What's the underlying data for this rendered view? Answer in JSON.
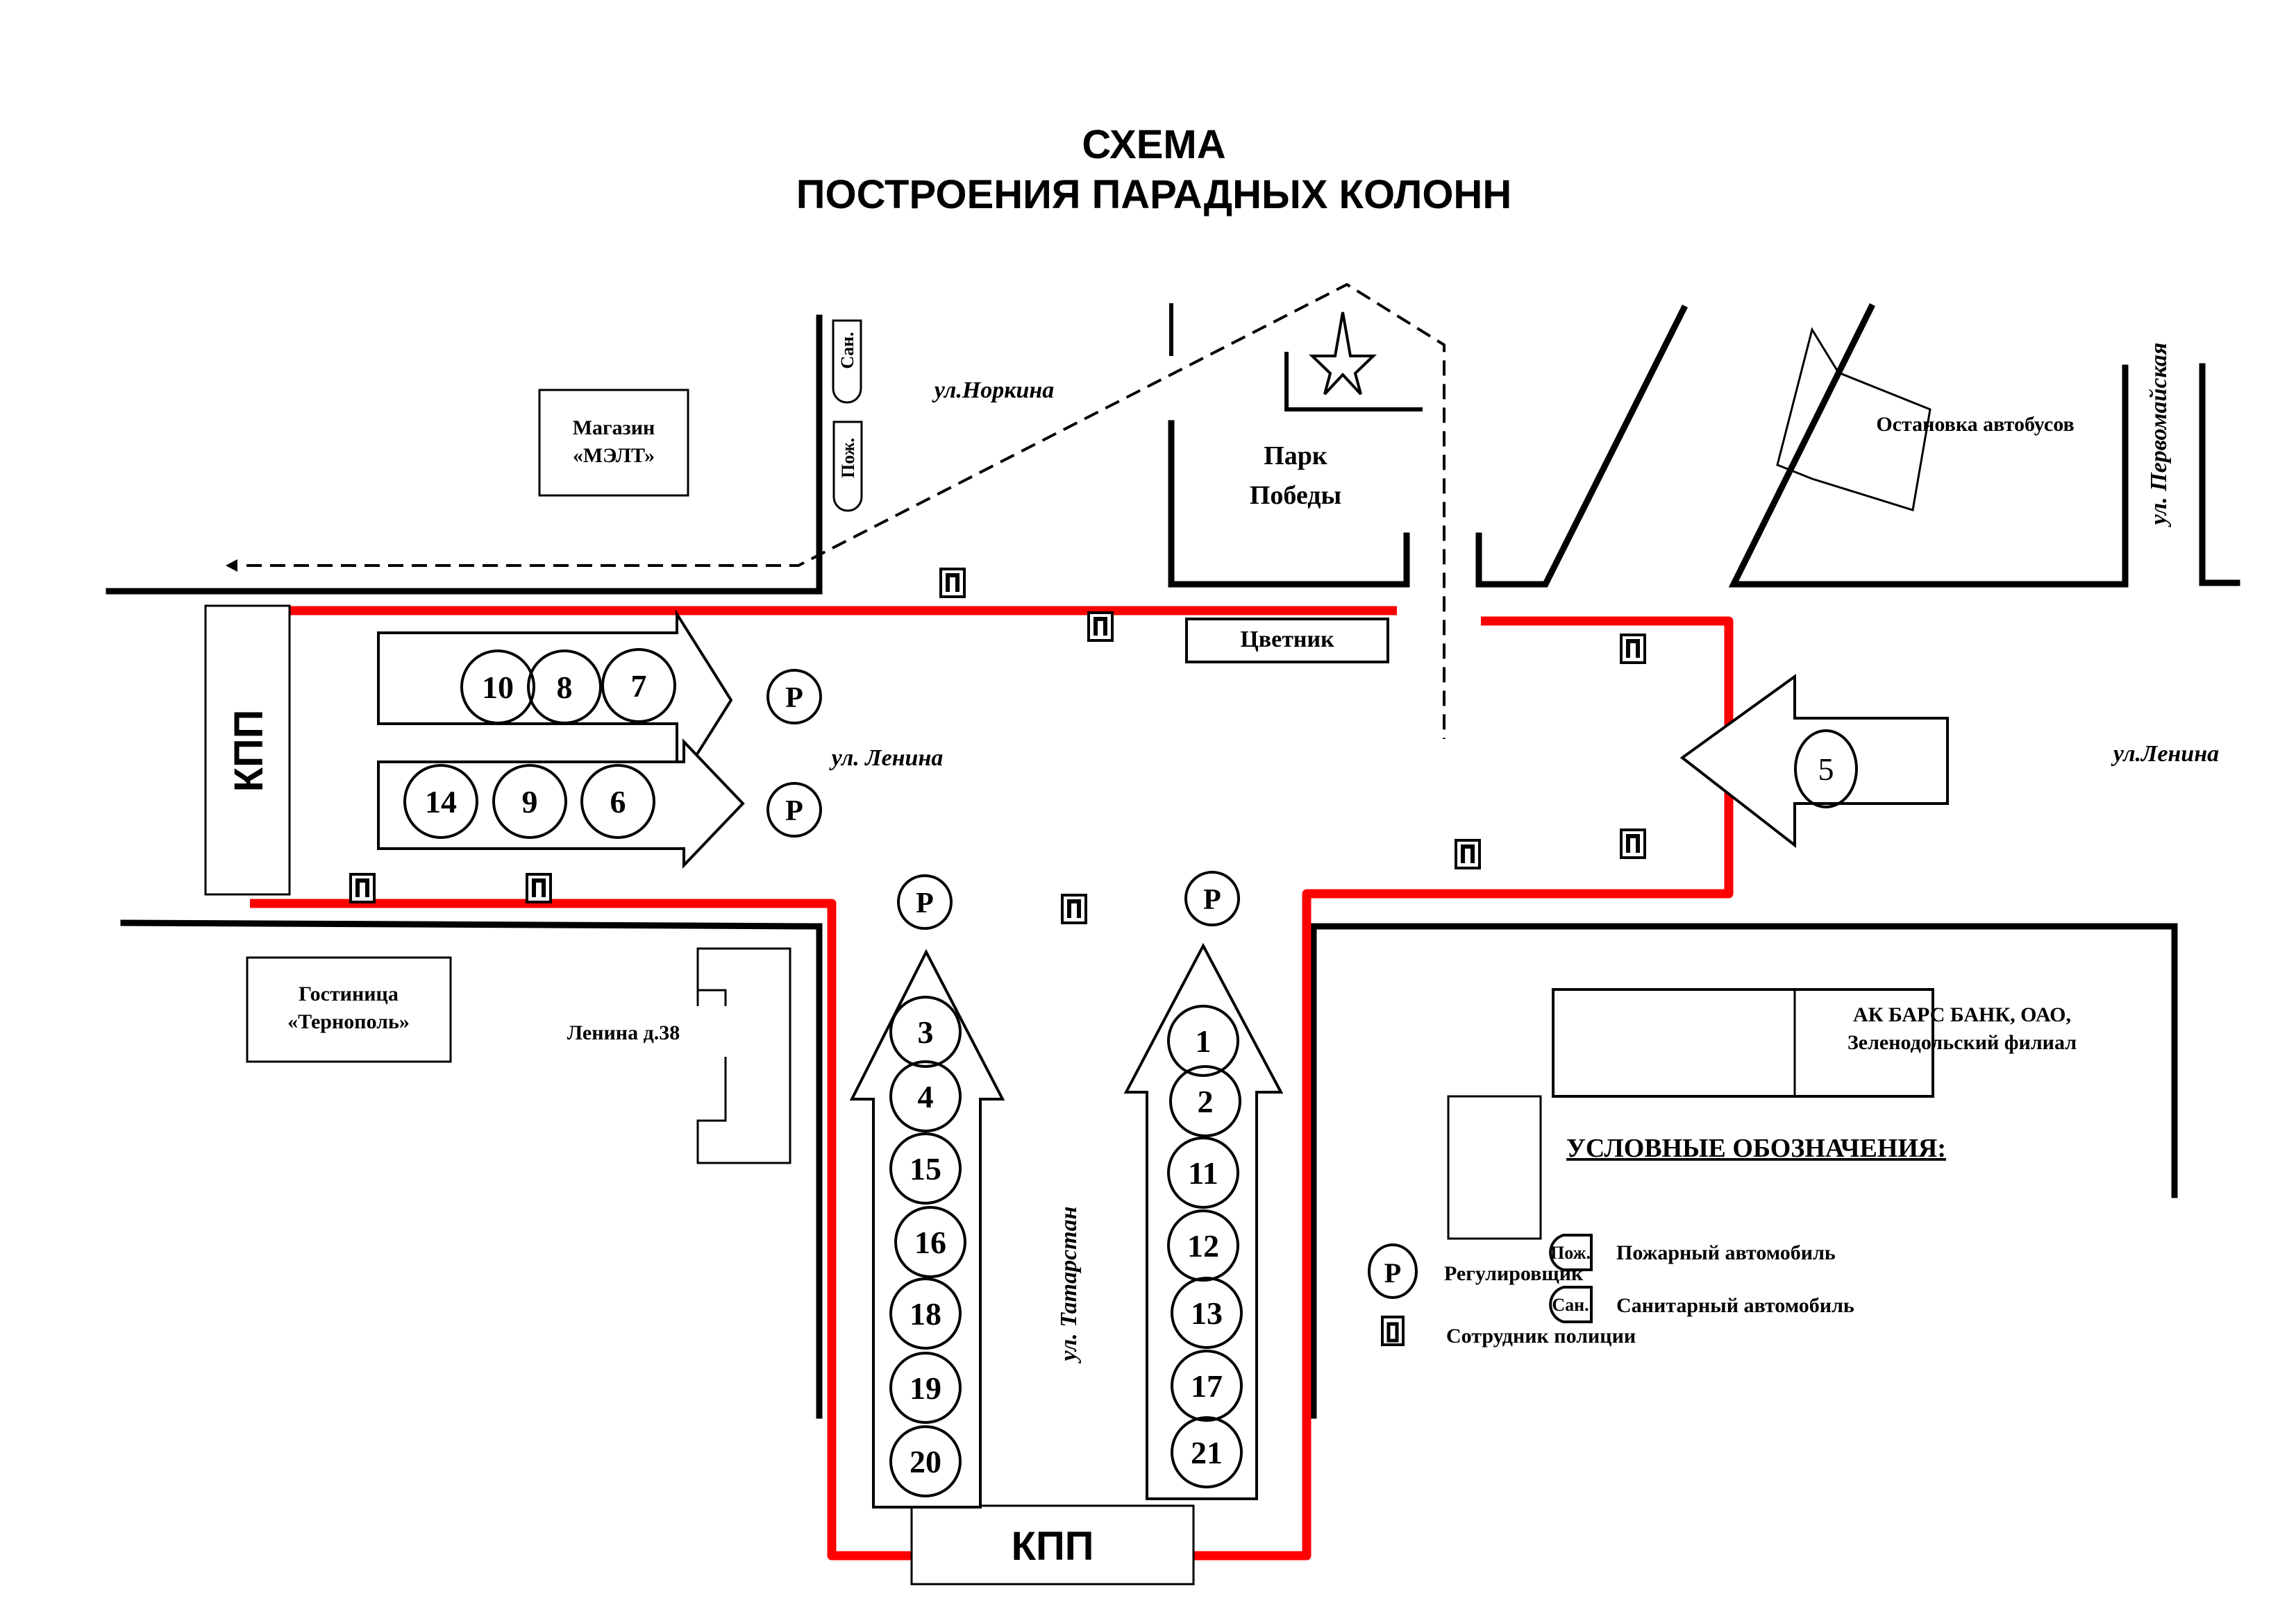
{
  "title": {
    "line1": "СХЕМА",
    "line2": "ПОСТРОЕНИЯ ПАРАДНЫХ КОЛОНН"
  },
  "checkpoint_label": "КПП",
  "streets": {
    "norkina": "ул.Норкина",
    "lenina_left": "ул. Ленина",
    "lenina_right": "ул.Ленина",
    "tatarstan": "ул. Татарстан",
    "pervomayskaya": "ул. Первомайская"
  },
  "buildings": {
    "shop_line1": "Магазин",
    "shop_line2": "«МЭЛТ»",
    "park_line1": "Парк",
    "park_line2": "Победы",
    "flowerbed": "Цветник",
    "bus_stop": "Остановка автобусов",
    "hotel_line1": "Гостиница",
    "hotel_line2": "«Тернополь»",
    "lenina38": "Ленина д.38",
    "bank_line1": "АК БАРС БАНК, ОАО,",
    "bank_line2": "Зеленодольский филиал"
  },
  "vehicles": {
    "fire_short": "Пож.",
    "sanitary_short": "Сан."
  },
  "markers": {
    "regulator": "Р",
    "police": "П"
  },
  "columns": {
    "lenina_upper": [
      "10",
      "8",
      "7"
    ],
    "lenina_lower": [
      "14",
      "9",
      "6"
    ],
    "east": [
      "5"
    ],
    "tatarstan_left": [
      "3",
      "4",
      "15",
      "16",
      "18",
      "19",
      "20"
    ],
    "tatarstan_right": [
      "1",
      "2",
      "11",
      "12",
      "13",
      "17",
      "21"
    ]
  },
  "legend": {
    "heading": "УСЛОВНЫЕ ОБОЗНАЧЕНИЯ:",
    "items": [
      {
        "symbol": "Р",
        "label": "Регулировщик"
      },
      {
        "symbol": "П",
        "label": "Сотрудник полиции"
      },
      {
        "symbol": "Пож.",
        "label": "Пожарный автомобиль"
      },
      {
        "symbol": "Сан.",
        "label": "Санитарный автомобиль"
      }
    ]
  },
  "colors": {
    "route": "#ff0000",
    "road": "#000000",
    "background": "#ffffff"
  }
}
